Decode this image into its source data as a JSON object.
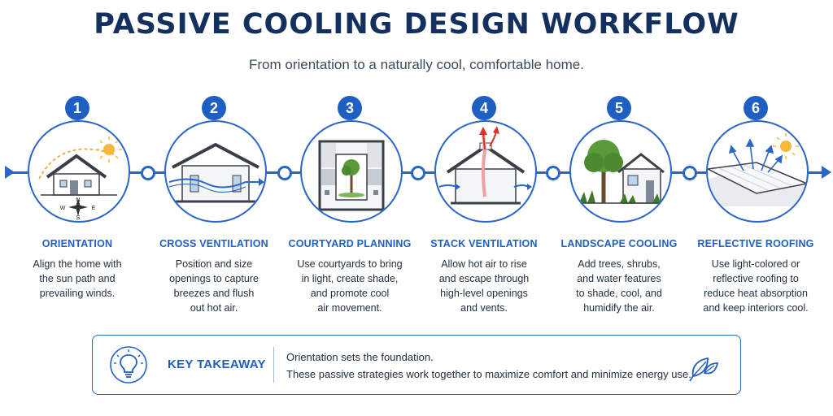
{
  "title": "PASSIVE COOLING DESIGN WORKFLOW",
  "subtitle": "From orientation to a naturally cool, comfortable home.",
  "accent_color": "#1f5fc2",
  "steps": [
    {
      "number": "1",
      "title": "ORIENTATION",
      "desc": [
        "Align the home with",
        "the sun path and",
        "prevailing winds."
      ],
      "icon": "house-sun-compass-icon",
      "compass": {
        "n": "N",
        "s": "S",
        "e": "E",
        "w": "W"
      }
    },
    {
      "number": "2",
      "title": "CROSS VENTILATION",
      "desc": [
        "Position and size",
        "openings to capture",
        "breezes and flush",
        "out hot air."
      ],
      "icon": "house-breeze-icon"
    },
    {
      "number": "3",
      "title": "COURTYARD PLANNING",
      "desc": [
        "Use courtyards to bring",
        "in light, create shade,",
        "and promote cool",
        "air movement."
      ],
      "icon": "courtyard-plan-icon"
    },
    {
      "number": "4",
      "title": "STACK VENTILATION",
      "desc": [
        "Allow hot air to rise",
        "and escape through",
        "high-level openings",
        "and vents."
      ],
      "icon": "house-stack-vent-icon"
    },
    {
      "number": "5",
      "title": "LANDSCAPE COOLING",
      "desc": [
        "Add trees, shrubs,",
        "and water features",
        "to shade, cool, and",
        "humidify the air."
      ],
      "icon": "house-tree-icon"
    },
    {
      "number": "6",
      "title": "REFLECTIVE ROOFING",
      "desc": [
        "Use light-colored or",
        "reflective roofing to",
        "reduce heat absorption",
        "and keep interiors cool."
      ],
      "icon": "reflective-roof-icon"
    }
  ],
  "takeaway": {
    "label": "KEY TAKEAWAY",
    "line1": "Orientation sets the foundation.",
    "line2": "These passive strategies work together to maximize comfort and minimize energy use.",
    "icon": "lightbulb-icon",
    "side_icon": "leaf-icon"
  }
}
